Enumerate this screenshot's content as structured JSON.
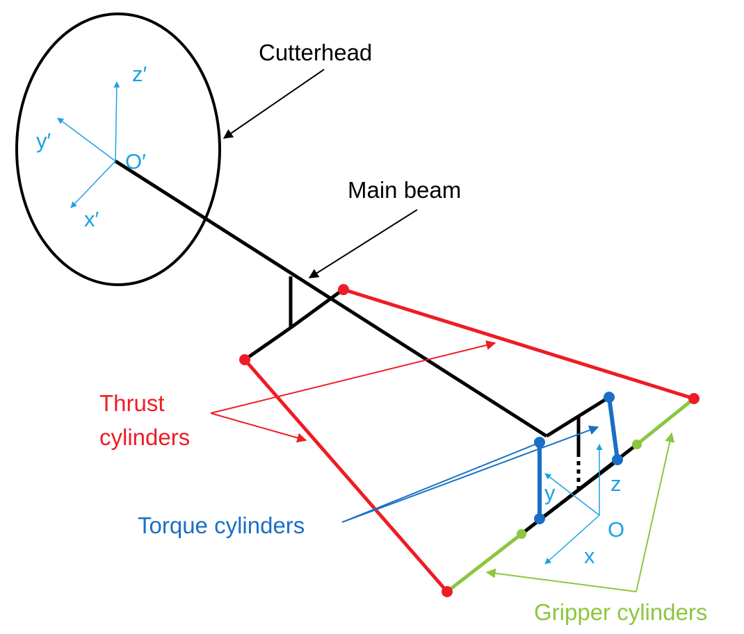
{
  "labels": {
    "cutterhead": "Cutterhead",
    "main_beam": "Main beam",
    "thrust_line1": "Thrust",
    "thrust_line2": "cylinders",
    "torque": "Torque cylinders",
    "gripper": "Gripper cylinders"
  },
  "axes": {
    "cutterhead_frame": {
      "origin": "O′",
      "x": "x′",
      "y": "y′",
      "z": "z′"
    },
    "body_frame": {
      "origin": "O",
      "x": "x",
      "y": "y",
      "z": "z"
    }
  },
  "colors": {
    "structure": "#000000",
    "thrust": "#ee1c25",
    "torque": "#1a6fc4",
    "gripper": "#8cc63f",
    "axis": "#1ba1e2"
  }
}
